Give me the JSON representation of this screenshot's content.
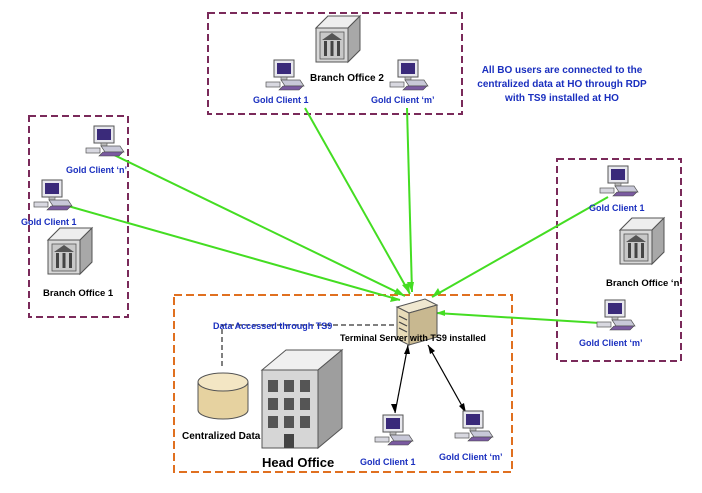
{
  "note": {
    "lines": [
      "All BO users are connected to the",
      "centralized data at HO through RDP",
      "with TS9 installed at HO"
    ]
  },
  "branch2": {
    "title": "Branch Office 2",
    "client1": "Gold Client 1",
    "clientm": "Gold Client ‘m’"
  },
  "branch1": {
    "title": "Branch Office 1",
    "clientn": "Gold Client ‘n’",
    "client1": "Gold Client 1"
  },
  "branchn": {
    "title": "Branch Office ‘n’",
    "client1": "Gold Client 1",
    "clientm": "Gold Client ‘m’"
  },
  "head_office": {
    "title": "Head Office",
    "server": "Terminal Server with TS9 installed",
    "data_access": "Data Accessed through TS9",
    "database": "Centralized Data",
    "client1": "Gold Client 1",
    "clientm": "Gold Client ‘m’"
  },
  "colors": {
    "branch_border": "#7a2a5a",
    "ho_border": "#e07020",
    "link": "#44dd22",
    "label_blue": "#1a2fbf"
  }
}
